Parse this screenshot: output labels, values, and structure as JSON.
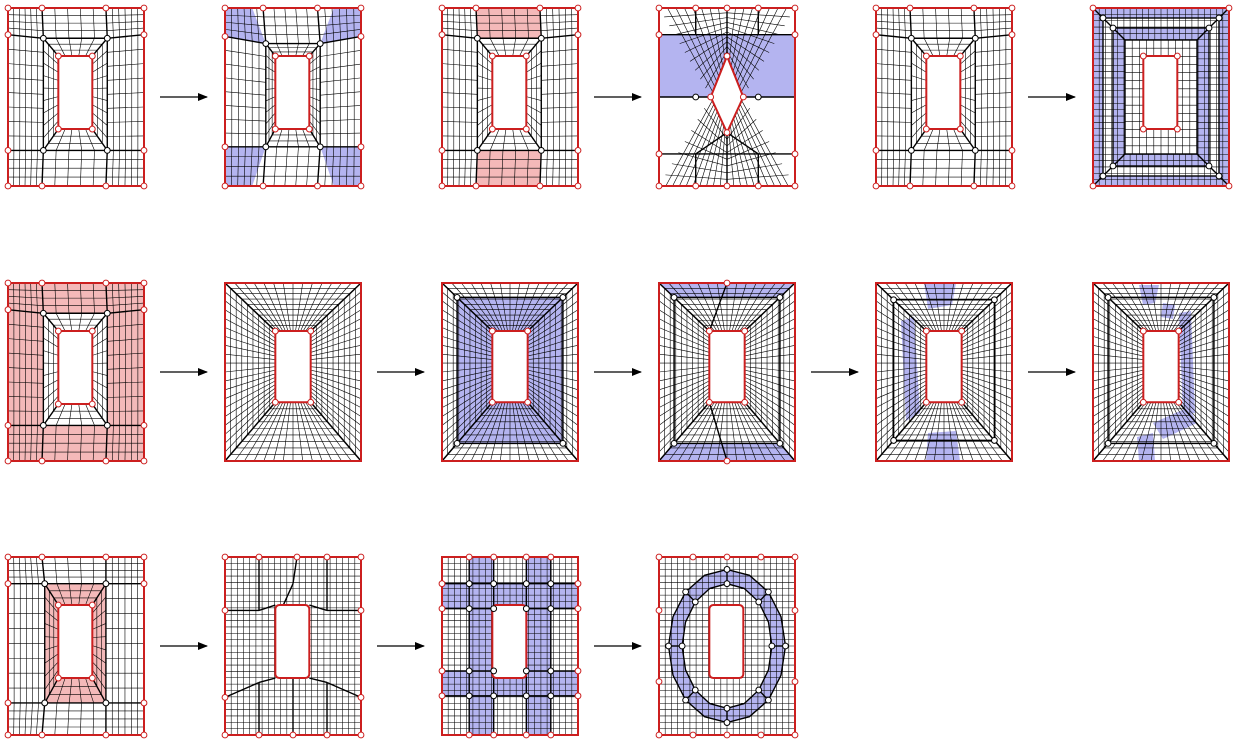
{
  "figure": {
    "description_free": true,
    "rows": [
      {
        "sequences": [
          [
            "quad-hole",
            "quad-corner-sheets"
          ],
          [
            "quad-top-bottom-sheet",
            "quad-diamond-collapse"
          ],
          [
            "quad-hole",
            "quad-ring-sheets"
          ]
        ]
      },
      {
        "sequences": [
          [
            "quad-side-sheet",
            "trap-plain",
            "trap-ring-sheet",
            "trap-top-bottom-sheets",
            "trap-twisted-sheets",
            "trap-twisted-sheets-dense"
          ]
        ]
      },
      {
        "sequences": [
          [
            "grid-center-sheet",
            "grid-plain",
            "grid-cross-sheets",
            "grid-octagon-ring"
          ]
        ]
      }
    ]
  },
  "colors": {
    "boundary": "#cc1f1f",
    "grid_line": "#000000",
    "sheet_blue": "#b4b4f0",
    "sheet_red": "#f4b9b9",
    "vertex_fill": "#ffffff",
    "arrow": "#000000",
    "background": "#ffffff"
  }
}
